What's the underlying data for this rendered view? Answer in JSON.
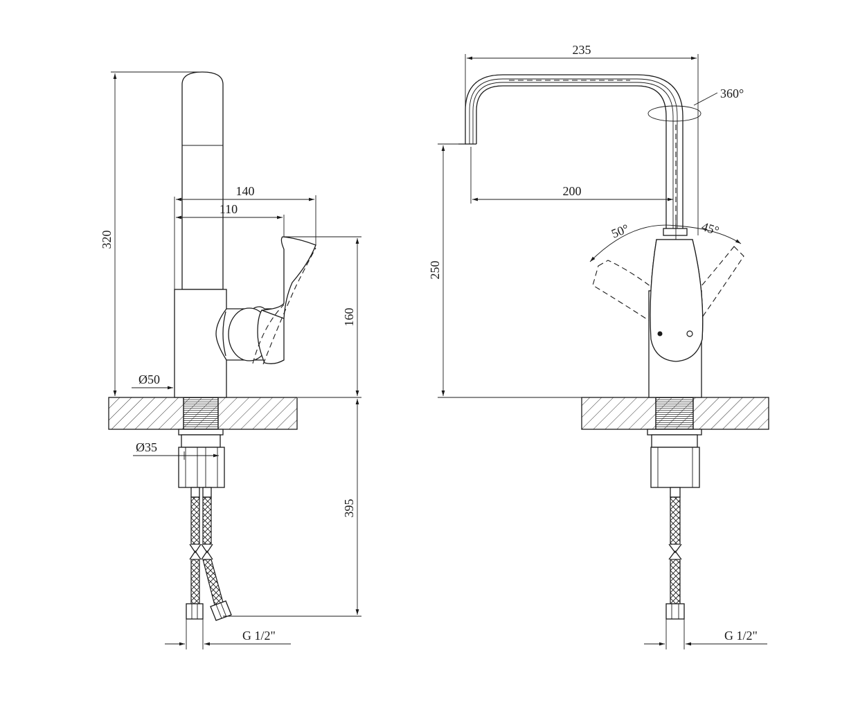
{
  "dimensions": {
    "side_height": "320",
    "side_reach_outer": "140",
    "side_reach_inner": "110",
    "side_lever_height": "160",
    "side_base_diameter": "Ø50",
    "side_shank_diameter": "Ø35",
    "side_hose_length": "395",
    "side_connection": "G 1/2\"",
    "front_reach_total": "235",
    "front_rotation": "360°",
    "front_reach_spout": "200",
    "front_spout_height": "250",
    "front_lever_left_angle": "50°",
    "front_lever_right_angle": "45°",
    "front_connection": "G 1/2\""
  }
}
